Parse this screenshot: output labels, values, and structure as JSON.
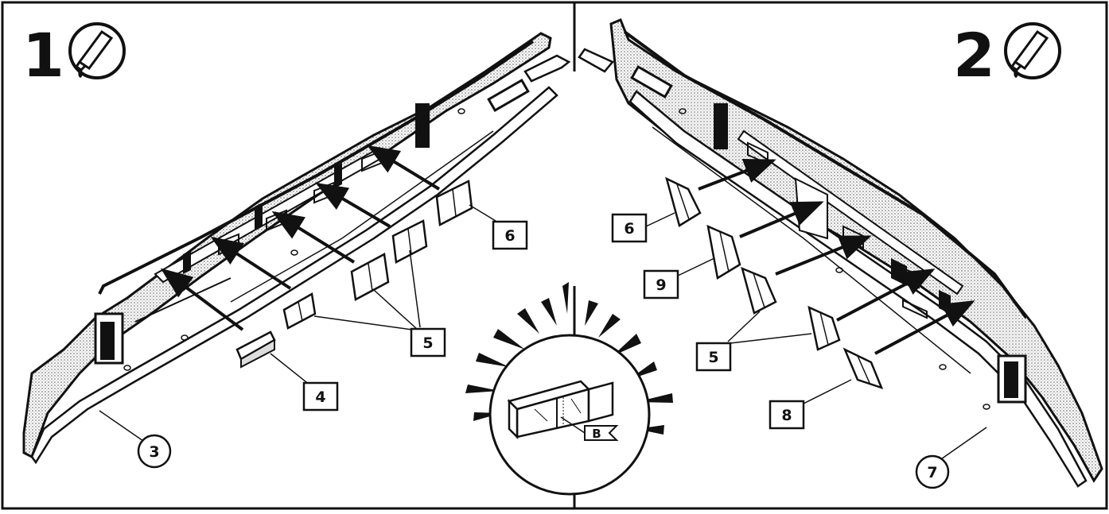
{
  "panels": [
    {
      "step": "1",
      "icon": "glue-tube-icon",
      "callouts": [
        {
          "label": "3",
          "shape": "circle"
        },
        {
          "label": "4",
          "shape": "square"
        },
        {
          "label": "5",
          "shape": "square"
        },
        {
          "label": "6",
          "shape": "square"
        }
      ]
    },
    {
      "step": "2",
      "icon": "glue-tube-icon",
      "callouts": [
        {
          "label": "6",
          "shape": "square"
        },
        {
          "label": "9",
          "shape": "square"
        },
        {
          "label": "5",
          "shape": "square"
        },
        {
          "label": "8",
          "shape": "square"
        },
        {
          "label": "7",
          "shape": "circle"
        }
      ]
    }
  ],
  "detail": {
    "marker_label": "B",
    "icon": "detail-burst-icon"
  },
  "colors": {
    "ink": "#111111",
    "paper": "#ffffff",
    "stipple": "#cfcfcf"
  }
}
